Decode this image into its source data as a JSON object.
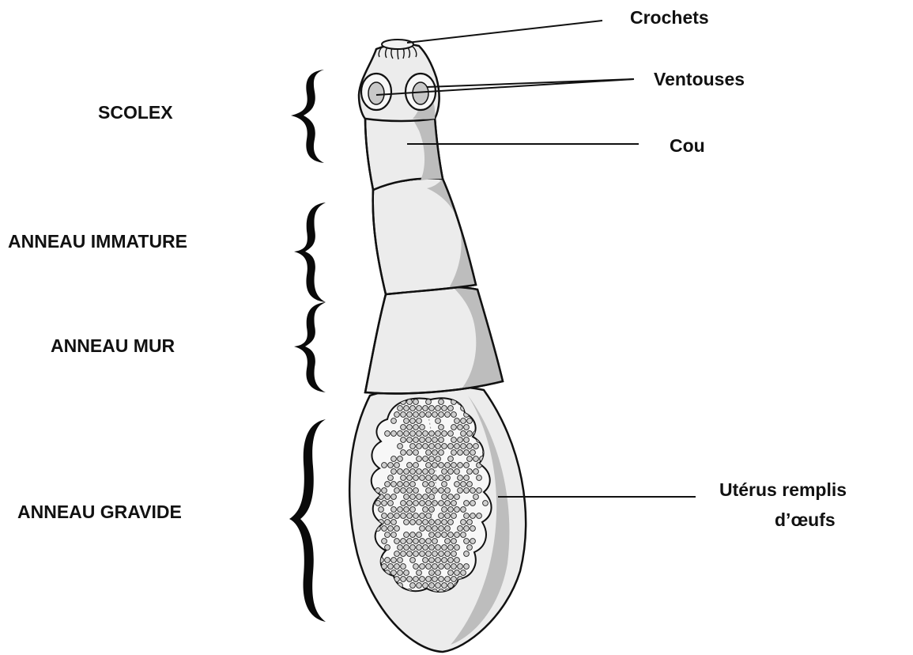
{
  "labels": {
    "left": {
      "scolex": "SCOLEX",
      "immature": "ANNEAU IMMATURE",
      "mature": "ANNEAU MUR",
      "gravid": "ANNEAU GRAVIDE"
    },
    "right": {
      "hooks": "Crochets",
      "suckers": "Ventouses",
      "neck": "Cou",
      "uterus_line1": "Utérus remplis",
      "uterus_line2": "d’œufs"
    }
  },
  "colors": {
    "outline": "#111111",
    "body_fill": "#ececec",
    "shade": "#bdbdbd",
    "egg_fill": "#cfcfcf"
  }
}
